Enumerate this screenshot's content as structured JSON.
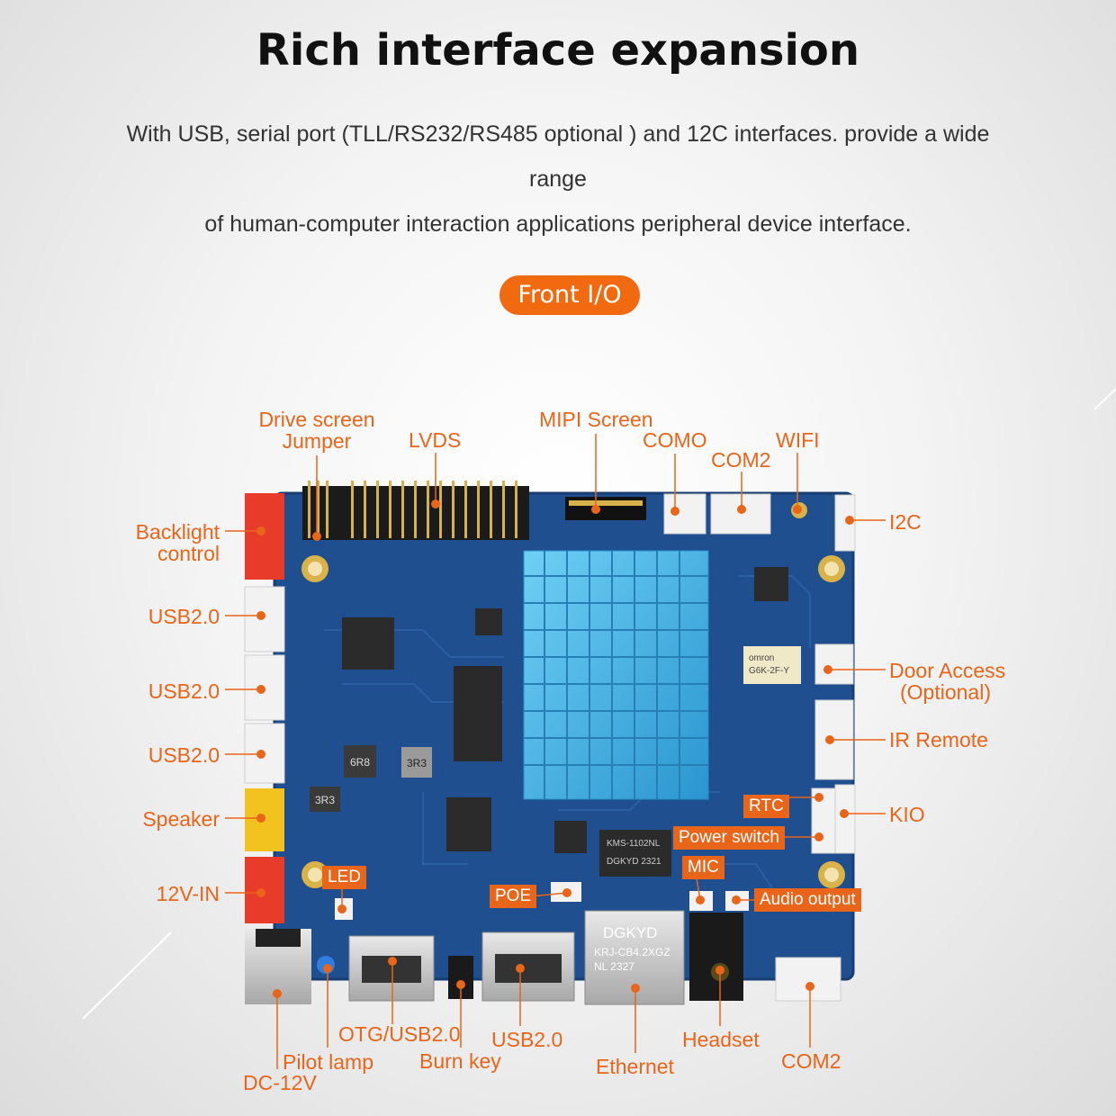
{
  "header": {
    "title": "Rich interface expansion",
    "subtitle_line1": "With USB, serial port (TLL/RS232/RS485 optional ) and 12C interfaces. provide a wide range",
    "subtitle_line2": "of human-computer interaction applications peripheral device interface."
  },
  "section_badge": "Front I/O",
  "labels": {
    "drive_screen_line1": "Drive screen",
    "drive_screen_line2": "Jumper",
    "lvds": "LVDS",
    "mipi_screen": "MIPI Screen",
    "como": "COMO",
    "com2_top": "COM2",
    "wifi": "WIFI",
    "i2c": "I2C",
    "backlight_line1": "Backlight",
    "backlight_line2": "control",
    "usb_left_1": "USB2.0",
    "usb_left_2": "USB2.0",
    "usb_left_3": "USB2.0",
    "speaker": "Speaker",
    "power_in": "12V-IN",
    "door_access_line1": "Door Access",
    "door_access_line2": "(Optional)",
    "ir_remote": "IR Remote",
    "kio": "KIO",
    "rtc": "RTC",
    "power_switch": "Power switch",
    "mic": "MIC",
    "audio_output": "Audio output",
    "led": "LED",
    "poe": "POE",
    "otg": "OTG/USB2.0",
    "pilot_lamp": "Pilot lamp",
    "dc": "DC-12V",
    "burn_key": "Burn key",
    "usb_bottom": "USB2.0",
    "ethernet": "Ethernet",
    "headset": "Headset",
    "com2_bottom": "COM2"
  },
  "board_print": {
    "eth_brand": "DGKYD",
    "eth_model": "KRJ-CB4.2XGZ",
    "eth_date": "NL 2327",
    "inductor_a": "6R8",
    "inductor_b": "3R3",
    "inductor_c": "3R3",
    "magnetics_brand": "DGKYD 2321",
    "magnetics_model": "KMS-1102NL",
    "relay_brand": "omron",
    "relay_model": "G6K-2F-Y"
  },
  "colors": {
    "accent": "#e8651a",
    "badge": "#f26a10",
    "board": "#1f4f8e",
    "heatsink": "#3fb0e0",
    "connector_red": "#e83b2a",
    "connector_yellow": "#f2c21e",
    "connector_white": "#f2f2f2"
  }
}
